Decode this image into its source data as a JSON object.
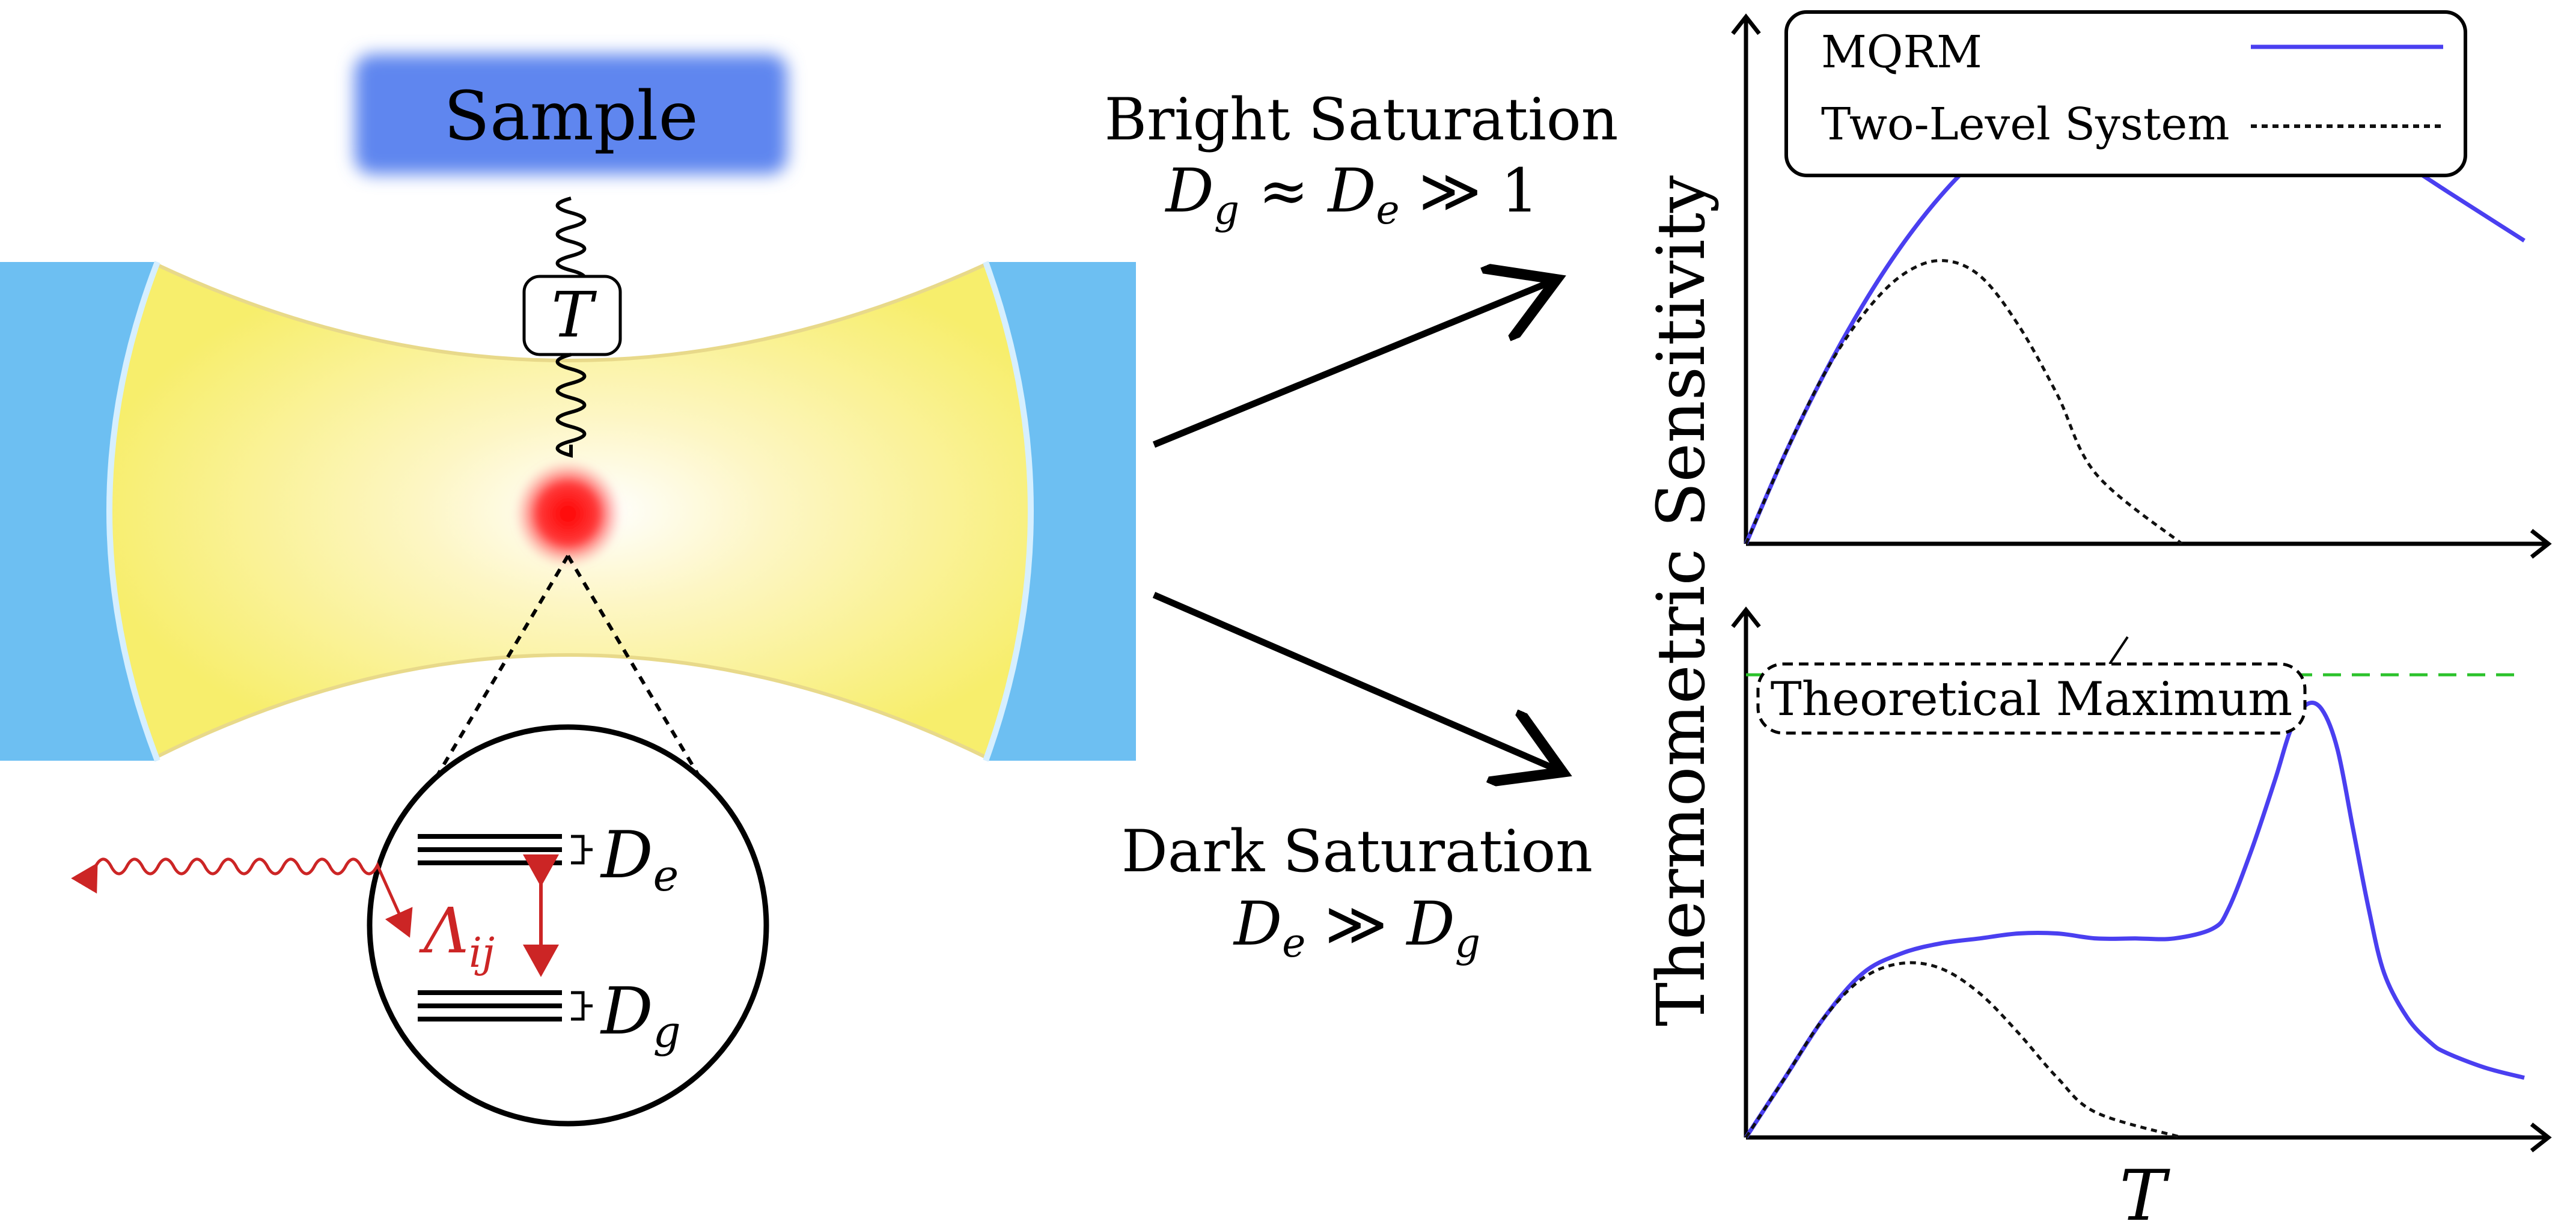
{
  "apparatus": {
    "sample_label": "Sample",
    "temperature_label": "T",
    "energy_levels": {
      "excited_label": "D",
      "excited_sub": "e",
      "ground_label": "D",
      "ground_sub": "g",
      "coupling_label": "Λ",
      "coupling_sub": "ij"
    }
  },
  "regimes": {
    "bright": {
      "title": "Bright Saturation",
      "cond_a": "D",
      "cond_a_sub": "g",
      "cond_rel1": " ≈ ",
      "cond_b": "D",
      "cond_b_sub": "e",
      "cond_rel2": " ≫ 1"
    },
    "dark": {
      "title": "Dark Saturation",
      "cond_a": "D",
      "cond_a_sub": "e",
      "cond_rel1": " ≫ ",
      "cond_b": "D",
      "cond_b_sub": "g"
    }
  },
  "colors": {
    "mqrm": "#4a3ff0",
    "two_level": "#111111",
    "theoretical_max": "#2bc22b",
    "mirror": "#6dbff2",
    "sample": "#5f86ef",
    "cavity": "#f8ee73",
    "atom": "#ff1a1a",
    "coupling": "#cc2525"
  },
  "chart_data": [
    {
      "type": "line",
      "id": "top",
      "ylabel": "Thermometric Sensitivity",
      "xlabel": "",
      "xlim": [
        0,
        1
      ],
      "ylim": [
        0,
        1
      ],
      "legend": {
        "placement": "top-right"
      },
      "series": [
        {
          "name": "MQRM",
          "style": "solid",
          "color": "#4a3ff0",
          "x": [
            0,
            0.05,
            0.1,
            0.15,
            0.2,
            0.25,
            0.3,
            0.35,
            0.4,
            0.45,
            0.5,
            0.55,
            0.6,
            0.65,
            0.7,
            0.75,
            0.8,
            0.85,
            0.9,
            0.95,
            1.0
          ],
          "y": [
            0,
            0.18,
            0.34,
            0.48,
            0.6,
            0.7,
            0.78,
            0.84,
            0.88,
            0.9,
            0.91,
            0.91,
            0.905,
            0.89,
            0.87,
            0.84,
            0.8,
            0.76,
            0.71,
            0.66,
            0.61
          ]
        },
        {
          "name": "Two-Level System",
          "style": "dashed",
          "color": "#111111",
          "x": [
            0,
            0.05,
            0.1,
            0.15,
            0.2,
            0.25,
            0.3,
            0.35,
            0.4,
            0.45,
            0.56
          ],
          "y": [
            0,
            0.18,
            0.34,
            0.46,
            0.54,
            0.57,
            0.54,
            0.44,
            0.3,
            0.14,
            0.0
          ]
        }
      ]
    },
    {
      "type": "line",
      "id": "bottom",
      "ylabel": "",
      "xlabel": "T",
      "xlim": [
        0,
        1
      ],
      "ylim": [
        0,
        1
      ],
      "annotations": [
        {
          "text": "Theoretical Maximum",
          "y": 0.93
        }
      ],
      "series": [
        {
          "name": "MQRM",
          "style": "solid",
          "color": "#4a3ff0",
          "x": [
            0,
            0.05,
            0.1,
            0.15,
            0.2,
            0.25,
            0.3,
            0.35,
            0.4,
            0.45,
            0.5,
            0.55,
            0.6,
            0.62,
            0.65,
            0.68,
            0.7,
            0.72,
            0.74,
            0.76,
            0.78,
            0.8,
            0.82,
            0.85,
            0.88,
            0.9,
            0.95,
            1.0
          ],
          "y": [
            0,
            0.12,
            0.24,
            0.33,
            0.37,
            0.39,
            0.4,
            0.41,
            0.41,
            0.4,
            0.4,
            0.4,
            0.42,
            0.46,
            0.58,
            0.72,
            0.82,
            0.87,
            0.86,
            0.78,
            0.62,
            0.46,
            0.33,
            0.24,
            0.19,
            0.17,
            0.14,
            0.12
          ]
        },
        {
          "name": "Two-Level System",
          "style": "dashed",
          "color": "#111111",
          "x": [
            0,
            0.05,
            0.1,
            0.15,
            0.2,
            0.25,
            0.3,
            0.35,
            0.4,
            0.45,
            0.56
          ],
          "y": [
            0,
            0.12,
            0.24,
            0.32,
            0.35,
            0.34,
            0.29,
            0.21,
            0.12,
            0.05,
            0.0
          ]
        },
        {
          "name": "Theoretical Maximum",
          "style": "dashed",
          "color": "#2bc22b",
          "x": [
            0,
            1
          ],
          "y": [
            0.93,
            0.93
          ]
        }
      ]
    }
  ]
}
